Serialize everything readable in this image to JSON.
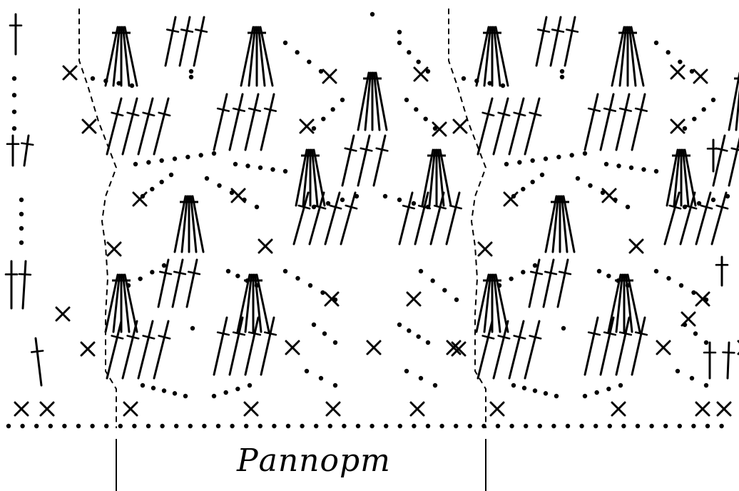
{
  "diagram": {
    "title": "",
    "repeat_label": "Раппорт",
    "symbols": [
      "chain-dot",
      "single-crochet-x",
      "double-crochet-fan"
    ],
    "colors": {
      "ink": "#000000",
      "background": "#ffffff"
    }
  }
}
